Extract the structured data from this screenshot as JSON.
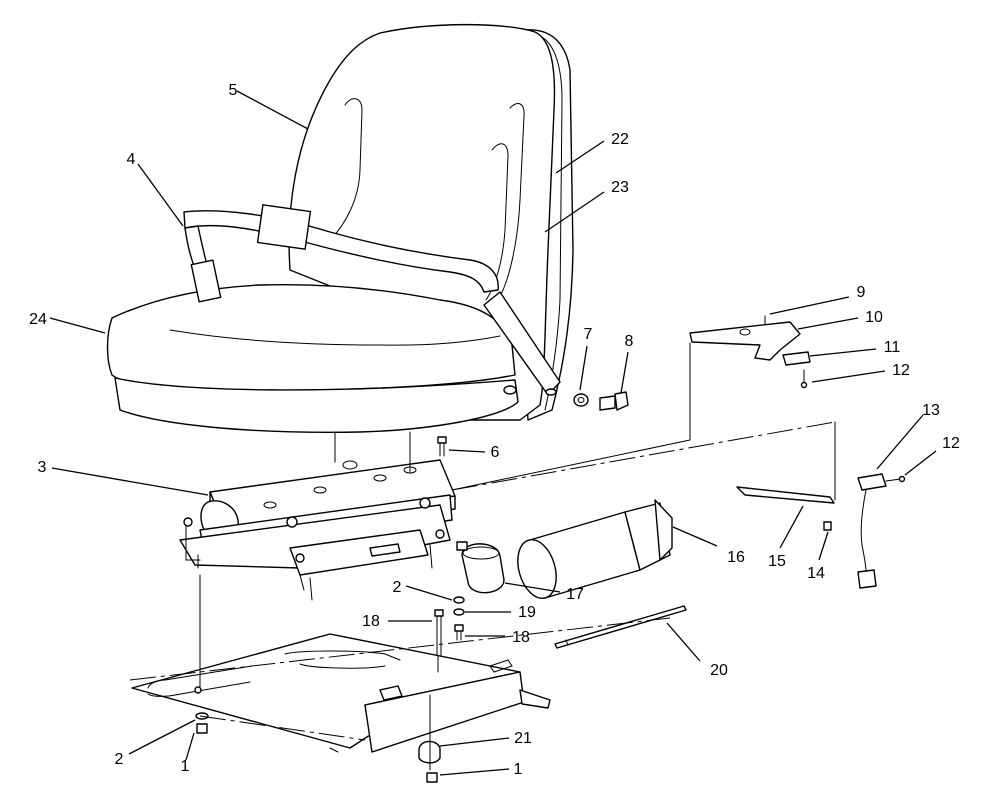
{
  "callouts": [
    {
      "id": "c5",
      "label": "5"
    },
    {
      "id": "c22",
      "label": "22"
    },
    {
      "id": "c23",
      "label": "23"
    },
    {
      "id": "c4",
      "label": "4"
    },
    {
      "id": "c24",
      "label": "24"
    },
    {
      "id": "c7",
      "label": "7"
    },
    {
      "id": "c8",
      "label": "8"
    },
    {
      "id": "c9",
      "label": "9"
    },
    {
      "id": "c10",
      "label": "10"
    },
    {
      "id": "c11",
      "label": "11"
    },
    {
      "id": "c12a",
      "label": "12"
    },
    {
      "id": "c6",
      "label": "6"
    },
    {
      "id": "c3",
      "label": "3"
    },
    {
      "id": "c13",
      "label": "13"
    },
    {
      "id": "c12b",
      "label": "12"
    },
    {
      "id": "c16",
      "label": "16"
    },
    {
      "id": "c15",
      "label": "15"
    },
    {
      "id": "c14",
      "label": "14"
    },
    {
      "id": "c2a",
      "label": "2"
    },
    {
      "id": "c17",
      "label": "17"
    },
    {
      "id": "c19",
      "label": "19"
    },
    {
      "id": "c18a",
      "label": "18"
    },
    {
      "id": "c18b",
      "label": "18"
    },
    {
      "id": "c20",
      "label": "20"
    },
    {
      "id": "c2b",
      "label": "2"
    },
    {
      "id": "c1a",
      "label": "1"
    },
    {
      "id": "c21",
      "label": "21"
    },
    {
      "id": "c1b",
      "label": "1"
    }
  ]
}
